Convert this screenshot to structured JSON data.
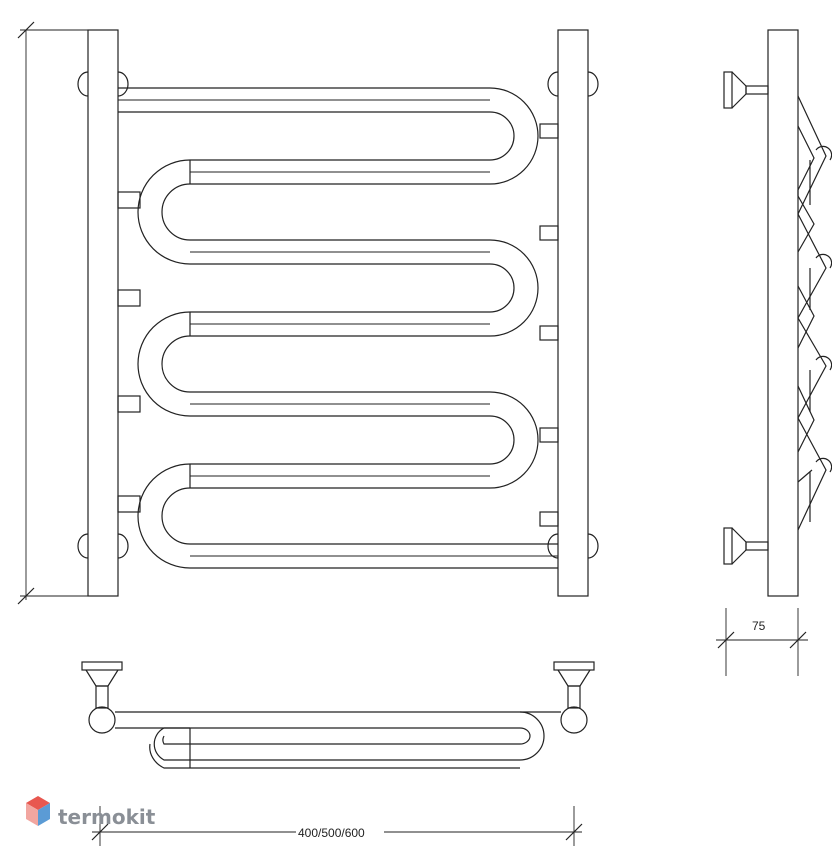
{
  "drawing": {
    "dimension_width": "400/500/600",
    "dimension_depth": "75",
    "dimension_height": "",
    "line_color": "#222222"
  },
  "logo": {
    "text": "termokit",
    "icon": "hexagon-cube-icon",
    "colors": [
      "#e8574f",
      "#5b9bd5",
      "#f2a6a0"
    ]
  }
}
